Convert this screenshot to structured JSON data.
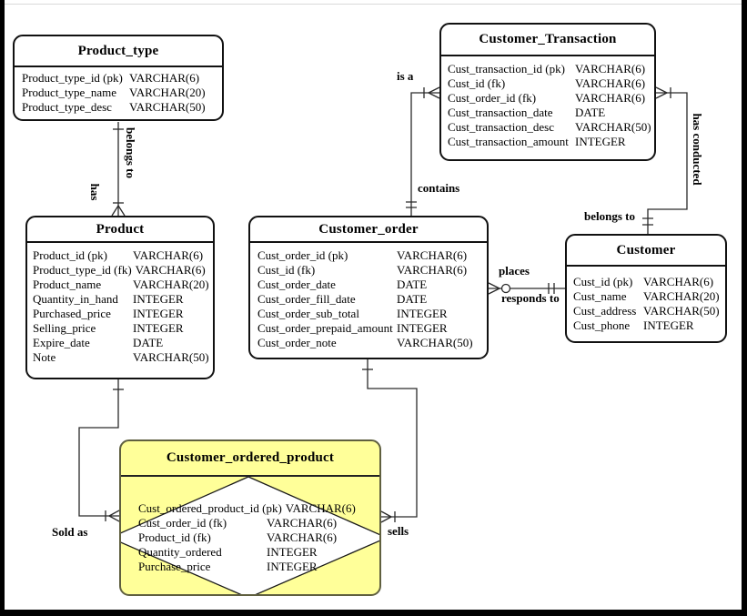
{
  "diagram": {
    "colors": {
      "entity_fill": "#FFFFFF",
      "associative_entity_fill": "#FFFF99",
      "line_color": "#2A2A2A"
    },
    "entities": {
      "product_type": {
        "title": "Product_type",
        "rows": [
          {
            "name": "Product_type_id (pk)",
            "type": "VARCHAR(6)"
          },
          {
            "name": "Product_type_name",
            "type": "VARCHAR(20)"
          },
          {
            "name": "Product_type_desc",
            "type": "VARCHAR(50)"
          }
        ]
      },
      "customer_transaction": {
        "title": "Customer_Transaction",
        "rows": [
          {
            "name": "Cust_transaction_id (pk)",
            "type": "VARCHAR(6)"
          },
          {
            "name": "Cust_id (fk)",
            "type": "VARCHAR(6)"
          },
          {
            "name": "Cust_order_id (fk)",
            "type": "VARCHAR(6)"
          },
          {
            "name": "Cust_transaction_date",
            "type": "DATE"
          },
          {
            "name": "Cust_transaction_desc",
            "type": "VARCHAR(50)"
          },
          {
            "name": "Cust_transaction_amount",
            "type": "INTEGER"
          }
        ]
      },
      "product": {
        "title": "Product",
        "rows": [
          {
            "name": "Product_id (pk)",
            "type": "VARCHAR(6)"
          },
          {
            "name": "Product_type_id (fk)",
            "type": "VARCHAR(6)"
          },
          {
            "name": "Product_name",
            "type": "VARCHAR(20)"
          },
          {
            "name": "Quantity_in_hand",
            "type": "INTEGER"
          },
          {
            "name": "Purchased_price",
            "type": "INTEGER"
          },
          {
            "name": "Selling_price",
            "type": "INTEGER"
          },
          {
            "name": "Expire_date",
            "type": "DATE"
          },
          {
            "name": "Note",
            "type": "VARCHAR(50)"
          }
        ]
      },
      "customer_order": {
        "title": "Customer_order",
        "rows": [
          {
            "name": "Cust_order_id (pk)",
            "type": "VARCHAR(6)"
          },
          {
            "name": "Cust_id (fk)",
            "type": "VARCHAR(6)"
          },
          {
            "name": "Cust_order_date",
            "type": "DATE"
          },
          {
            "name": "Cust_order_fill_date",
            "type": "DATE"
          },
          {
            "name": "Cust_order_sub_total",
            "type": "INTEGER"
          },
          {
            "name": "Cust_order_prepaid_amount",
            "type": "INTEGER"
          },
          {
            "name": "Cust_order_note",
            "type": "VARCHAR(50)"
          }
        ]
      },
      "customer": {
        "title": "Customer",
        "rows": [
          {
            "name": "Cust_id (pk)",
            "type": "VARCHAR(6)"
          },
          {
            "name": "Cust_name",
            "type": "VARCHAR(20)"
          },
          {
            "name": "Cust_address",
            "type": "VARCHAR(50)"
          },
          {
            "name": "Cust_phone",
            "type": "INTEGER"
          }
        ]
      },
      "customer_ordered_product": {
        "title": "Customer_ordered_product",
        "rows": [
          {
            "name": "Cust_ordered_product_id (pk)",
            "type": "VARCHAR(6)"
          },
          {
            "name": "Cust_order_id (fk)",
            "type": "VARCHAR(6)"
          },
          {
            "name": "Product_id (fk)",
            "type": "VARCHAR(6)"
          },
          {
            "name": "Quantity_ordered",
            "type": "INTEGER"
          },
          {
            "name": "Purchase_price",
            "type": "INTEGER"
          }
        ]
      }
    },
    "relationship_labels": {
      "belongs_to_vertical": "belongs to",
      "has": "has",
      "is_a": "is a",
      "contains": "contains",
      "has_conducted": "has conducted",
      "belongs_to_customer": "belongs to",
      "places": "places",
      "responds_to": "responds to",
      "sold_as": "Sold as",
      "sells": "sells"
    }
  }
}
